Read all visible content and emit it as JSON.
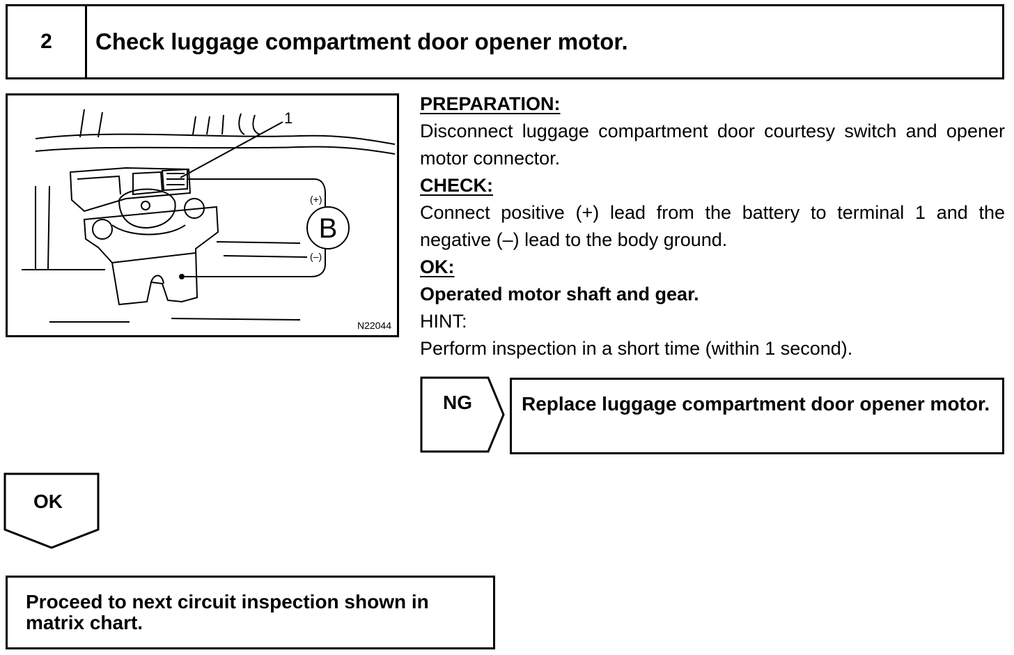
{
  "step": {
    "number": "2",
    "title": "Check luggage compartment door opener motor."
  },
  "figure": {
    "callout": "1",
    "battery_label": "B",
    "plus_label": "(+)",
    "minus_label": "(–)",
    "code": "N22044"
  },
  "instructions": {
    "preparation_heading": "PREPARATION:",
    "preparation_text": "Disconnect luggage compartment door courtesy switch and opener motor connector.",
    "check_heading": "CHECK:",
    "check_text": "Connect positive (+) lead from the battery to terminal 1 and the negative (–) lead to the body ground.",
    "ok_heading": "OK:",
    "ok_text": "Operated motor shaft and gear.",
    "hint_heading": "HINT:",
    "hint_text": "Perform inspection in a short time (within 1 second)."
  },
  "ng": {
    "label": "NG",
    "result": "Replace luggage compartment door opener motor."
  },
  "ok": {
    "label": "OK",
    "result": "Proceed to next circuit inspection shown in matrix chart."
  }
}
